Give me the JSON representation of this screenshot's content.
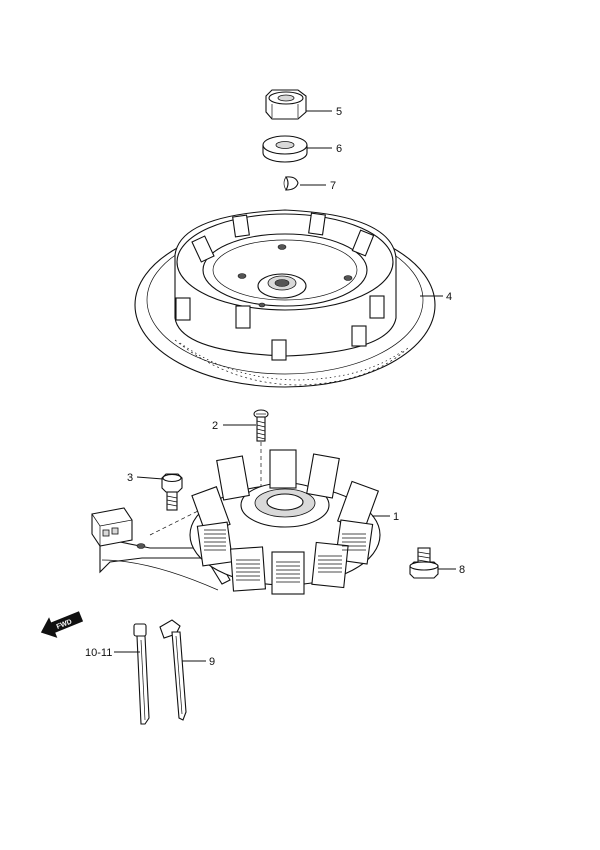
{
  "callouts": [
    {
      "id": "5",
      "label": "5",
      "part": "nut"
    },
    {
      "id": "6",
      "label": "6",
      "part": "washer"
    },
    {
      "id": "7",
      "label": "7",
      "part": "key"
    },
    {
      "id": "4",
      "label": "4",
      "part": "flywheel"
    },
    {
      "id": "2",
      "label": "2",
      "part": "screw"
    },
    {
      "id": "3",
      "label": "3",
      "part": "bolt"
    },
    {
      "id": "1",
      "label": "1",
      "part": "stator"
    },
    {
      "id": "8",
      "label": "8",
      "part": "bolt"
    },
    {
      "id": "10-11",
      "label": "10-11",
      "part": "clamp"
    },
    {
      "id": "9",
      "label": "9",
      "part": "clamp"
    }
  ],
  "fwd_marker": "FWD"
}
